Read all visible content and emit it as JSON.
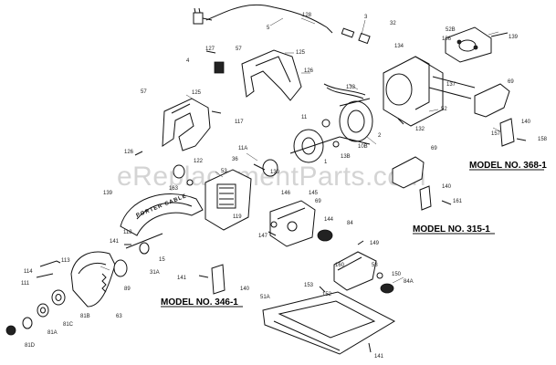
{
  "watermark": "eReplacementParts.com",
  "models": {
    "m368": "MODEL NO. 368-1",
    "m315": "MODEL NO. 315-1",
    "m346": "MODEL NO. 346-1"
  },
  "guard_text": "PORTER CABLE",
  "labels": {
    "p128": "128",
    "p5": "5",
    "p3": "3",
    "p32": "32",
    "p52b": "52B",
    "p136": "136",
    "p139a": "139",
    "p134": "134",
    "p127": "127",
    "p57a": "57",
    "p125a": "125",
    "p4": "4",
    "p126a": "126",
    "p69a": "69",
    "p57b": "57",
    "p133": "133",
    "p137": "137",
    "p125b": "125",
    "p52": "52",
    "p117": "117",
    "p157": "157",
    "p140a": "140",
    "p158": "158",
    "p11": "11",
    "p2": "2",
    "p132": "132",
    "p10b": "10B",
    "p13b": "13B",
    "p1": "1",
    "p126b": "126",
    "p11a": "11A",
    "p122": "122",
    "p36": "36",
    "p130": "130",
    "p69b": "69",
    "p163a": "163",
    "p53": "53",
    "p146": "146",
    "p145": "145",
    "p140b": "140",
    "p161": "161",
    "p139b": "139",
    "p119": "119",
    "p69c": "69",
    "p144": "144",
    "p84": "84",
    "p118": "118",
    "p147": "147",
    "p141a": "141",
    "p149": "149",
    "p113": "113",
    "p15": "15",
    "p160": "160",
    "p58": "58",
    "p114": "114",
    "p31a": "31A",
    "p111": "111",
    "p89": "89",
    "p141b": "141",
    "p140c": "140",
    "p150": "150",
    "p84a": "84A",
    "p81b": "81B",
    "p81a": "81A",
    "p81c": "81C",
    "p63": "63",
    "p153": "153",
    "p152": "152",
    "p51a": "51A",
    "p81d": "81D",
    "p141c": "141"
  }
}
